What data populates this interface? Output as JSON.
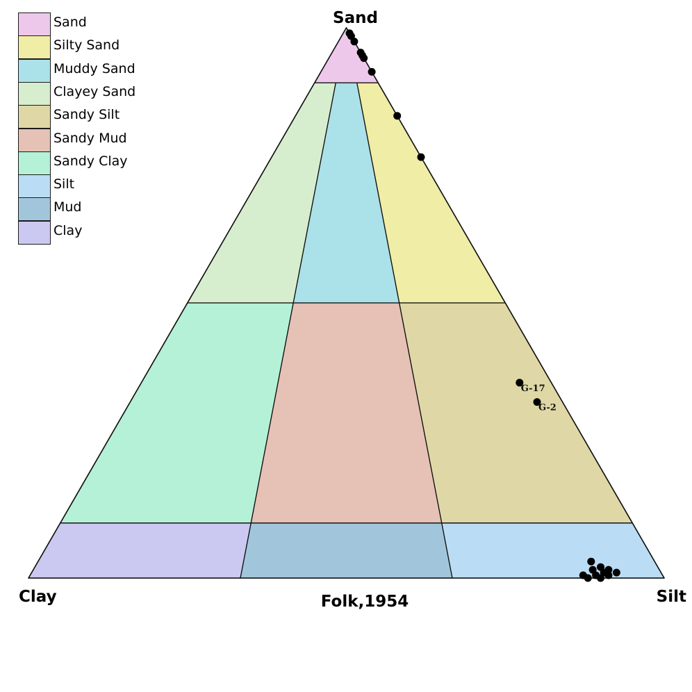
{
  "chart_data": {
    "type": "scatter",
    "subtype": "ternary",
    "title": "Folk,1954",
    "axes": {
      "top": "Sand",
      "left": "Clay",
      "right": "Silt"
    },
    "classes": [
      {
        "name": "Sand",
        "color": "#eec8ea"
      },
      {
        "name": "Silty Sand",
        "color": "#efeda6"
      },
      {
        "name": "Muddy Sand",
        "color": "#abe1e8"
      },
      {
        "name": "Clayey Sand",
        "color": "#d6eece"
      },
      {
        "name": "Sandy Silt",
        "color": "#dfd8a6"
      },
      {
        "name": "Sandy Mud",
        "color": "#e6c1b6"
      },
      {
        "name": "Sandy Clay",
        "color": "#b4f1d6"
      },
      {
        "name": "Silt",
        "color": "#badcf4"
      },
      {
        "name": "Mud",
        "color": "#a1c6dc"
      },
      {
        "name": "Clay",
        "color": "#cbc9f1"
      }
    ],
    "points": [
      {
        "sand": 99,
        "silt": 1,
        "clay": 0
      },
      {
        "sand": 98.5,
        "silt": 1.5,
        "clay": 0
      },
      {
        "sand": 97.5,
        "silt": 2.5,
        "clay": 0
      },
      {
        "sand": 95.5,
        "silt": 4.5,
        "clay": 0
      },
      {
        "sand": 95,
        "silt": 5,
        "clay": 0
      },
      {
        "sand": 94.5,
        "silt": 5.5,
        "clay": 0
      },
      {
        "sand": 92,
        "silt": 8,
        "clay": 0
      },
      {
        "sand": 84,
        "silt": 16,
        "clay": 0
      },
      {
        "sand": 76.5,
        "silt": 23.5,
        "clay": 0
      },
      {
        "sand": 35.5,
        "silt": 59.5,
        "clay": 5,
        "label": "G-17"
      },
      {
        "sand": 32,
        "silt": 64,
        "clay": 4,
        "label": "G-2"
      },
      {
        "sand": 3,
        "silt": 87,
        "clay": 10
      },
      {
        "sand": 2,
        "silt": 89,
        "clay": 9
      },
      {
        "sand": 1.5,
        "silt": 88,
        "clay": 10.5
      },
      {
        "sand": 1,
        "silt": 90,
        "clay": 9
      },
      {
        "sand": 0.5,
        "silt": 87,
        "clay": 12.5
      },
      {
        "sand": 0.5,
        "silt": 91,
        "clay": 8.5
      },
      {
        "sand": 0.5,
        "silt": 89,
        "clay": 10.5
      },
      {
        "sand": 0,
        "silt": 88,
        "clay": 12
      },
      {
        "sand": 1,
        "silt": 92,
        "clay": 7
      },
      {
        "sand": 0,
        "silt": 90,
        "clay": 10
      },
      {
        "sand": 1.5,
        "silt": 90.5,
        "clay": 8
      }
    ]
  }
}
